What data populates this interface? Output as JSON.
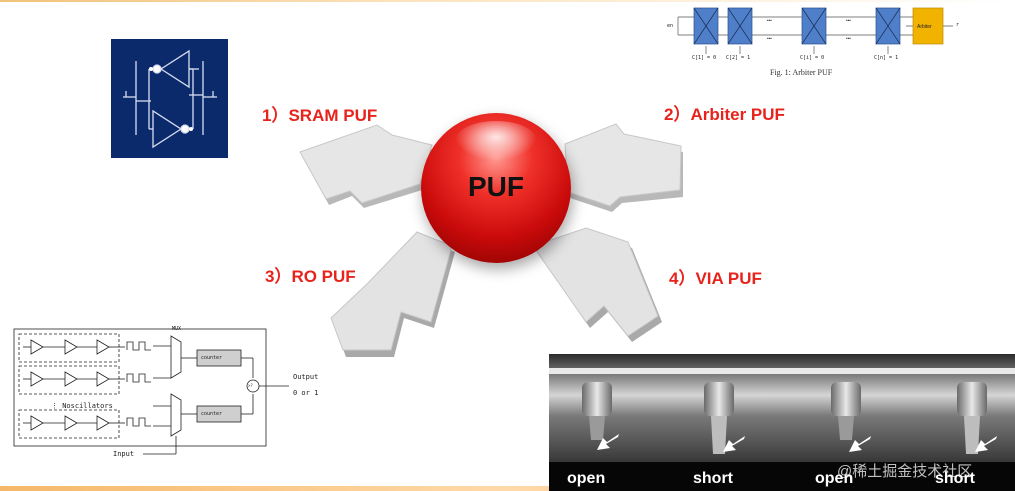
{
  "center": {
    "label": "PUF"
  },
  "labels": {
    "sram": "1）SRAM PUF",
    "arbiter": "2）Arbiter PUF",
    "ro": "3）RO PUF",
    "via": "4）VIA PUF"
  },
  "arbiter_figure": {
    "input": "en",
    "block": "Arbiter",
    "output": "r",
    "challenges": [
      "C[1] = 0",
      "C[2] = 1",
      "C[i] = 0",
      "C[n] = 1"
    ],
    "caption": "Fig. 1: Arbiter PUF",
    "dots": "…"
  },
  "ro_figure": {
    "mux": "MUX",
    "counter_top": "counter",
    "counter_bottom": "counter",
    "compare": ">?",
    "output_line1": "Output",
    "output_line2": "0 or 1",
    "oscillators": "⋮ Noscillators",
    "input": "Input"
  },
  "via_image": {
    "labels": [
      "open",
      "short",
      "open",
      "short"
    ]
  },
  "watermark": "@稀土掘金技术社区",
  "colors": {
    "label_red": "#e8231c",
    "sram_bg": "#0b2a6b",
    "arbiter_block": "#4f7fc9",
    "arbiter_gold": "#f2b300",
    "sphere_red": "#d9120f"
  }
}
